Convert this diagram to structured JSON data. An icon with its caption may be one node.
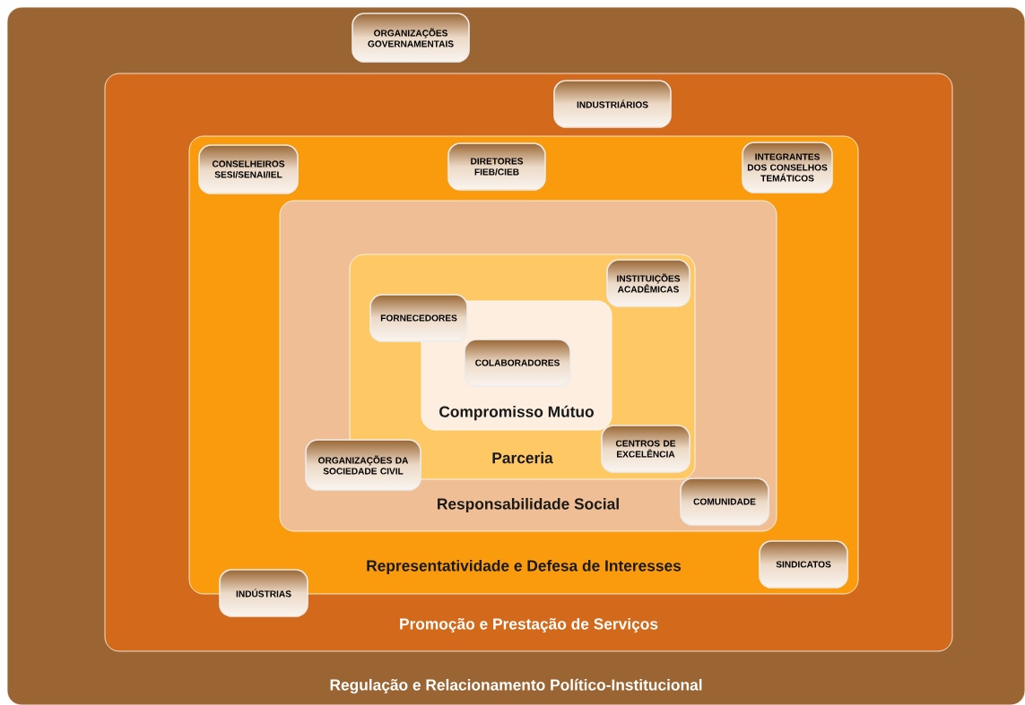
{
  "diagram": {
    "nodes": [
      {
        "text": [
          "Regulação e Relacionamento Político-Institucional"
        ]
      },
      {
        "text": [
          "Promoção e Prestação de Serviços"
        ],
        "in": 0
      },
      {
        "text": [
          "Representatividade e Defesa de Interesses"
        ],
        "in": 1
      },
      {
        "text": [
          "Responsabilidade Social"
        ],
        "in": 2
      },
      {
        "text": [
          "Parceria"
        ],
        "in": 3
      },
      {
        "text": [
          "Compromisso Mútuo"
        ],
        "in": 4
      },
      {
        "text": [
          "ORGANIZAÇÕES GOVERNAMENTAIS"
        ],
        "in": 0
      },
      {
        "text": [
          "INDUSTRIÁRIOS"
        ],
        "in": 1
      },
      {
        "text": [
          "CONSELHEIROS SESI/SENAI/IEL"
        ],
        "in": 2
      },
      {
        "text": [
          "DIRETORES FIEB/CIEB"
        ],
        "in": 2
      },
      {
        "text": [
          "INTEGRANTES DOS CONSELHOS TEMÁTICOS"
        ],
        "in": 2
      },
      {
        "text": [
          "INSTITUIÇÕES ACADÊMICAS"
        ],
        "in": 4
      },
      {
        "text": [
          "FORNECEDORES"
        ],
        "in": 4
      },
      {
        "text": [
          "COLABORADORES"
        ],
        "in": 5
      },
      {
        "text": [
          "ORGANIZAÇÕES DA SOCIEDADE CIVIL"
        ],
        "in": 3
      },
      {
        "text": [
          "CENTROS DE EXCELÊNCIA"
        ],
        "in": 4
      },
      {
        "text": [
          "COMUNIDADE"
        ],
        "in": 3
      },
      {
        "text": [
          "SINDICATOS"
        ],
        "in": 2
      },
      {
        "text": [
          "INDÚSTRIAS"
        ],
        "in": 1
      }
    ]
  }
}
